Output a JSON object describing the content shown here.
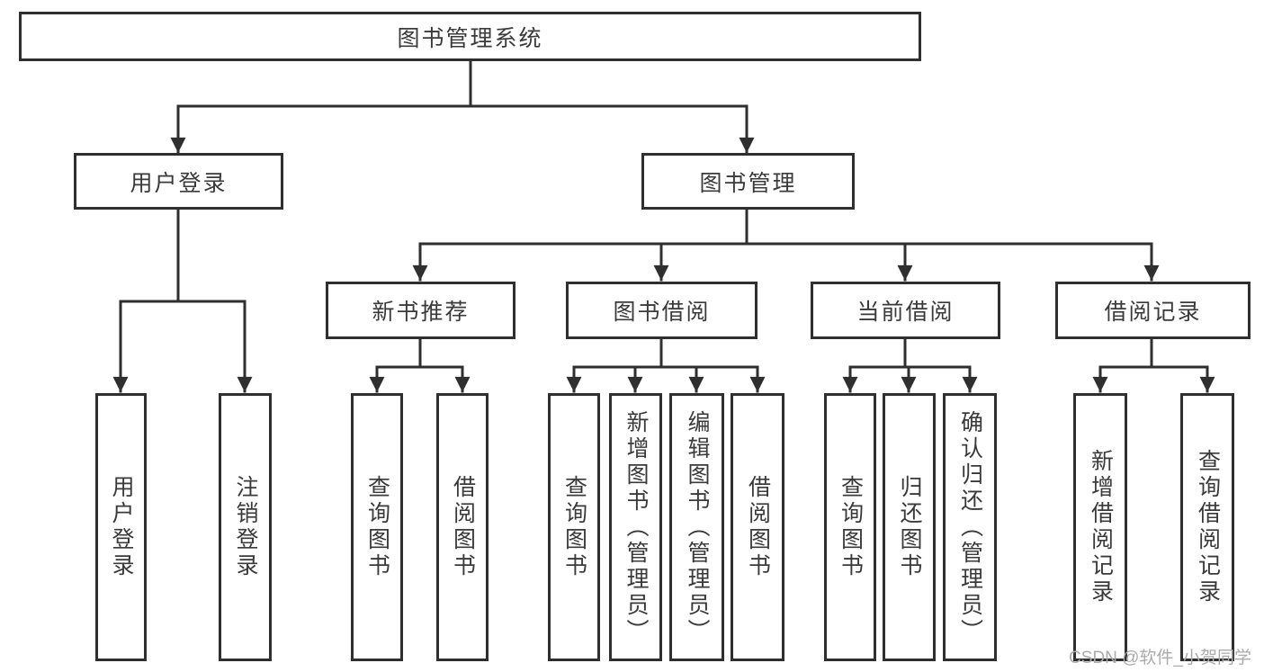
{
  "tree": {
    "root": "图书管理系统",
    "branches": [
      {
        "label": "用户登录",
        "children": [
          "用户登录",
          "注销登录"
        ]
      },
      {
        "label": "图书管理",
        "sections": [
          {
            "label": "新书推荐",
            "children": [
              "查询图书",
              "借阅图书"
            ]
          },
          {
            "label": "图书借阅",
            "children": [
              "查询图书",
              "新增图书（管理员）",
              "编辑图书（管理员）",
              "借阅图书"
            ]
          },
          {
            "label": "当前借阅",
            "children": [
              "查询图书",
              "归还图书",
              "确认归还（管理员）"
            ]
          },
          {
            "label": "借阅记录",
            "children": [
              "新增借阅记录",
              "查询借阅记录"
            ]
          }
        ]
      }
    ]
  },
  "watermark": {
    "text": "CSDN @软件_小贺同学"
  },
  "colors": {
    "line": "#2f2f2f",
    "node_border": "#2f2f2f",
    "node_text": "#3a3a3a",
    "node_fill": "#ffffff",
    "background": "#ffffff",
    "watermark": "#ababab"
  }
}
